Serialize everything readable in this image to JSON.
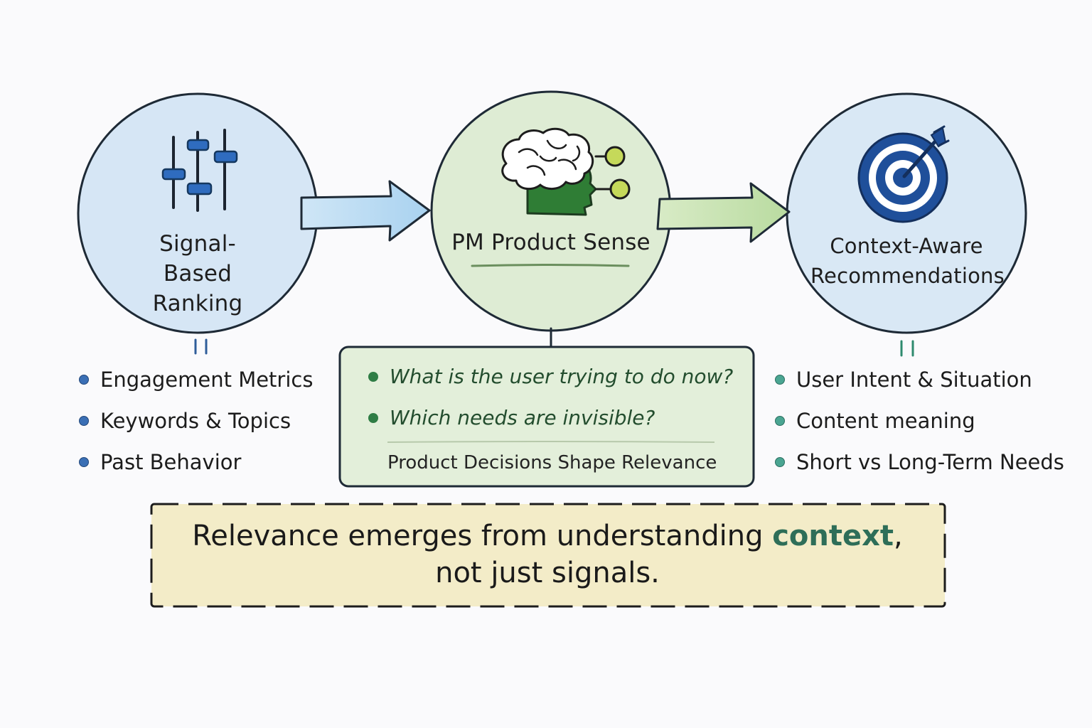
{
  "nodes": [
    {
      "title": "Signal-Based Ranking",
      "icon": "sliders-icon",
      "fill": "#d6e6f5",
      "items": [
        "Engagement Metrics",
        "Keywords & Topics",
        "Past Behavior"
      ]
    },
    {
      "title": "PM Product Sense",
      "icon": "brain-head-icon",
      "fill": "#deecd4"
    },
    {
      "title": "Context-Aware Recommendations",
      "icon": "target-arrow-icon",
      "fill": "#d9e8f5",
      "items": [
        "User Intent & Situation",
        "Content meaning",
        "Short vs Long-Term Needs"
      ]
    }
  ],
  "product_sense_box": {
    "questions": [
      "What is the user trying to do now?",
      "Which needs are invisible?"
    ],
    "footer": "Product Decisions Shape Relevance"
  },
  "conclusion": {
    "before": "Relevance emerges from understanding ",
    "accent": "context",
    "after": ",",
    "line2": "not just signals."
  },
  "colors": {
    "ink": "#1c1c1c",
    "blue_accent": "#2f6cbf",
    "green_accent": "#2f7d35",
    "arrow_blue": "#bcdcf2",
    "arrow_green": "#c9e2b4",
    "banner_fill": "#f3ecc8",
    "box_fill": "#e3efda"
  }
}
